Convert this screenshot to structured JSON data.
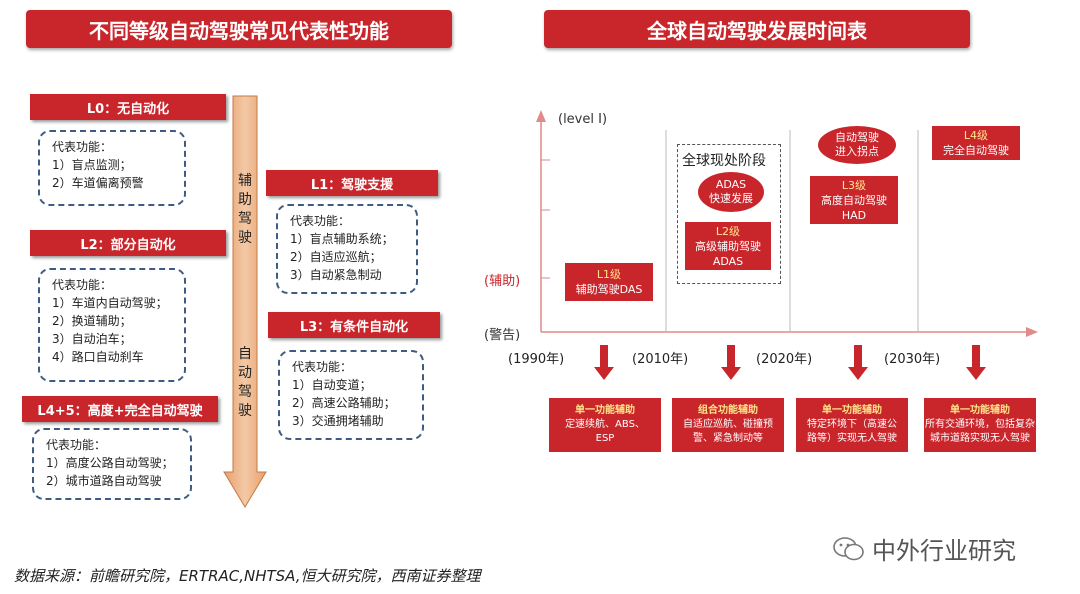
{
  "left_title": "不同等级自动驾驶常见代表性功能",
  "right_title": "全球自动驾驶发展时间表",
  "levels": [
    {
      "title": "L0：无自动化",
      "heading": "代表功能：",
      "items": [
        "1）盲点监测；",
        "2）车道偏离预警"
      ]
    },
    {
      "title": "L1：驾驶支援",
      "heading": "代表功能：",
      "items": [
        "1）盲点辅助系统；",
        "2）自适应巡航；",
        "3）自动紧急制动"
      ]
    },
    {
      "title": "L2：部分自动化",
      "heading": "代表功能：",
      "items": [
        "1）车道内自动驾驶；",
        "2）换道辅助；",
        "3）自动泊车；",
        "4）路口自动刹车"
      ]
    },
    {
      "title": "L3：有条件自动化",
      "heading": "代表功能：",
      "items": [
        "1）自动变道；",
        "2）高速公路辅助；",
        "3）交通拥堵辅助"
      ]
    },
    {
      "title": "L4+5：高度+完全自动驾驶",
      "heading": "代表功能：",
      "items": [
        "1）高度公路自动驾驶；",
        "2）城市道路自动驾驶"
      ]
    }
  ],
  "arrow_labels": {
    "top": [
      "辅",
      "助",
      "驾",
      "驶"
    ],
    "bottom": [
      "自",
      "动",
      "驾",
      "驶"
    ]
  },
  "timeline": {
    "y_labels": {
      "top": "(level I)",
      "mid": "(辅助)",
      "low": "(警告)"
    },
    "years": [
      "(1990年)",
      "(2010年)",
      "(2020年)",
      "(2030年)"
    ],
    "phase_label": "全球现处阶段",
    "bubble_adas": [
      "ADAS",
      "快速发展"
    ],
    "bubble_l3": [
      "自动驾驶",
      "进入拐点"
    ],
    "milestones": {
      "l1": [
        "L1级",
        "辅助驾驶DAS"
      ],
      "l2": [
        "L2级",
        "高级辅助驾驶",
        "ADAS"
      ],
      "l3": [
        "L3级",
        "高度自动驾驶",
        "HAD"
      ],
      "l4": [
        "L4级",
        "完全自动驾驶"
      ]
    },
    "bottom_boxes": [
      {
        "title": "单一功能辅助",
        "lines": [
          "定速续航、ABS、",
          "ESP"
        ]
      },
      {
        "title": "组合功能辅助",
        "lines": [
          "自适应巡航、碰撞预",
          "警、紧急制动等"
        ]
      },
      {
        "title": "单一功能辅助",
        "lines": [
          "特定环境下（高速公",
          "路等）实现无人驾驶"
        ]
      },
      {
        "title": "单一功能辅助",
        "lines": [
          "所有交通环境，包括复杂",
          "城市道路实现无人驾驶"
        ]
      }
    ]
  },
  "source": "数据来源：前瞻研究院，ERTRAC,NHTSA,恒大研究院，西南证券整理",
  "watermark": "中外行业研究",
  "colors": {
    "red": "#c9262c",
    "dash": "#3e5c82",
    "arrow": "#e8a877"
  }
}
